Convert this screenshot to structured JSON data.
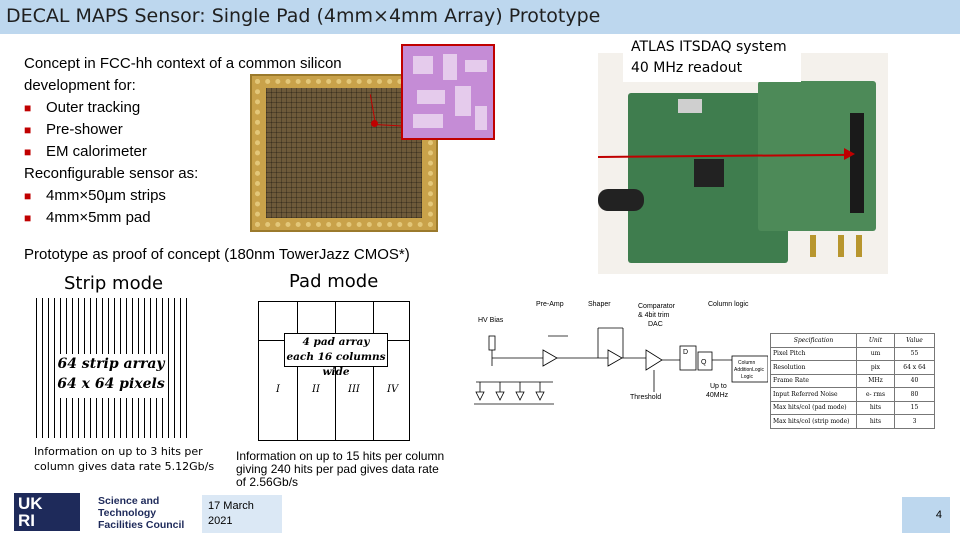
{
  "slide": {
    "title": "DECAL MAPS Sensor: Single Pad (4mm×4mm Array) Prototype",
    "concept": {
      "intro_line1": "Concept in FCC-hh context of a common silicon",
      "intro_line2": "development for:",
      "bullets_a": [
        "Outer tracking",
        "Pre-shower",
        "EM calorimeter"
      ],
      "reconfig_line": "Reconfigurable sensor as:",
      "bullets_b": [
        "4mm×50μm strips",
        "4mm×5mm pad"
      ]
    },
    "itsdaq_label": {
      "line1": "ATLAS ITSDAQ system",
      "line2": "40 MHz readout"
    },
    "prototype_text": "Prototype as proof of concept (180nm TowerJazz CMOS*)",
    "strip_mode": {
      "heading": "Strip mode",
      "figure_line1": "64 strip array",
      "figure_line2": "64 x 64 pixels",
      "info_line1": "Information on up to 3 hits per",
      "info_line2": "column gives data rate 5.12Gb/s"
    },
    "pad_mode": {
      "heading": "Pad mode",
      "figure_line1": "4 pad array",
      "figure_line2": "each 16 columns wide",
      "pad_labels": [
        "I",
        "II",
        "III",
        "IV"
      ],
      "info_line1": "Information on up to 15 hits per column",
      "info_line2": "giving 240 hits per pad gives data rate",
      "info_line3": "of 2.56Gb/s"
    },
    "circuit": {
      "hv_bias": "HV Bias",
      "preamp": "Pre-Amp",
      "shaper": "Shaper",
      "comparator_line1": "Comparator",
      "comparator_line2": "& 4bit trim",
      "comparator_line3": "DAC",
      "column_logic": "Column logic",
      "threshold": "Threshold",
      "col_logic_line1": "Column",
      "col_logic_line2": "AdditionLogic",
      "col_logic_line3": "Logic",
      "up_to_line1": "Up to",
      "up_to_line2": "40MHz",
      "d_label": "D",
      "q_label": "Q"
    },
    "spec_table": {
      "headers": [
        "Specification",
        "Unit",
        "Value"
      ],
      "rows": [
        [
          "Pixel Pitch",
          "um",
          "55"
        ],
        [
          "Resolution",
          "pix",
          "64 x 64"
        ],
        [
          "Frame Rate",
          "MHz",
          "40"
        ],
        [
          "Input Referred Noise",
          "e- rms",
          "80"
        ],
        [
          "Max hits/col (pad mode)",
          "hits",
          "15"
        ],
        [
          "Max hits/col (strip mode)",
          "hits",
          "3"
        ]
      ]
    },
    "logo": {
      "mark_line1": "UK",
      "mark_line2": "RI",
      "name_line1": "Science and",
      "name_line2": "Technology",
      "name_line3": "Facilities Council"
    },
    "date_line1": "17 March",
    "date_line2": "2021",
    "page_number": "4",
    "colors": {
      "title_band": "#bdd7ee",
      "accent_red": "#c00000",
      "ukri_navy": "#1e2a5a"
    }
  }
}
